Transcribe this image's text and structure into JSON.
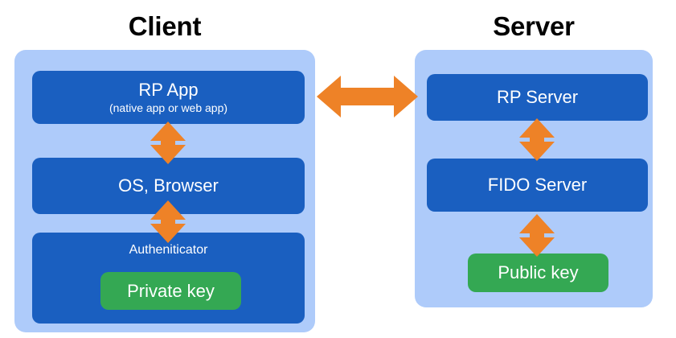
{
  "diagram": {
    "type": "architecture-block-diagram",
    "background_color": "#FFFFFF",
    "palette": {
      "panel_light_blue": "#AECBFA",
      "node_dark_blue": "#1A5FC0",
      "key_green": "#34A853",
      "arrow_orange": "#EE8227",
      "title_black": "#000000",
      "node_text_white": "#FFFFFF"
    },
    "client": {
      "title": "Client",
      "nodes": {
        "rp_app": {
          "label": "RP App",
          "sublabel": "(native app or web app)"
        },
        "os_browser": {
          "label": "OS, Browser"
        },
        "authenticator": {
          "label": "Autheniticator",
          "key": "Private key"
        }
      }
    },
    "server": {
      "title": "Server",
      "nodes": {
        "rp_server": {
          "label": "RP Server"
        },
        "fido_server": {
          "label": "FIDO Server"
        },
        "public_key": {
          "label": "Public key"
        }
      }
    },
    "connectors": [
      {
        "name": "rp-app-to-rp-server",
        "direction": "bidirectional",
        "orientation": "horizontal"
      },
      {
        "name": "rp-app-to-os-browser",
        "direction": "bidirectional",
        "orientation": "vertical"
      },
      {
        "name": "os-browser-to-authenticator",
        "direction": "bidirectional",
        "orientation": "vertical"
      },
      {
        "name": "rp-server-to-fido-server",
        "direction": "bidirectional",
        "orientation": "vertical"
      },
      {
        "name": "fido-server-to-public-key",
        "direction": "bidirectional",
        "orientation": "vertical"
      }
    ]
  }
}
